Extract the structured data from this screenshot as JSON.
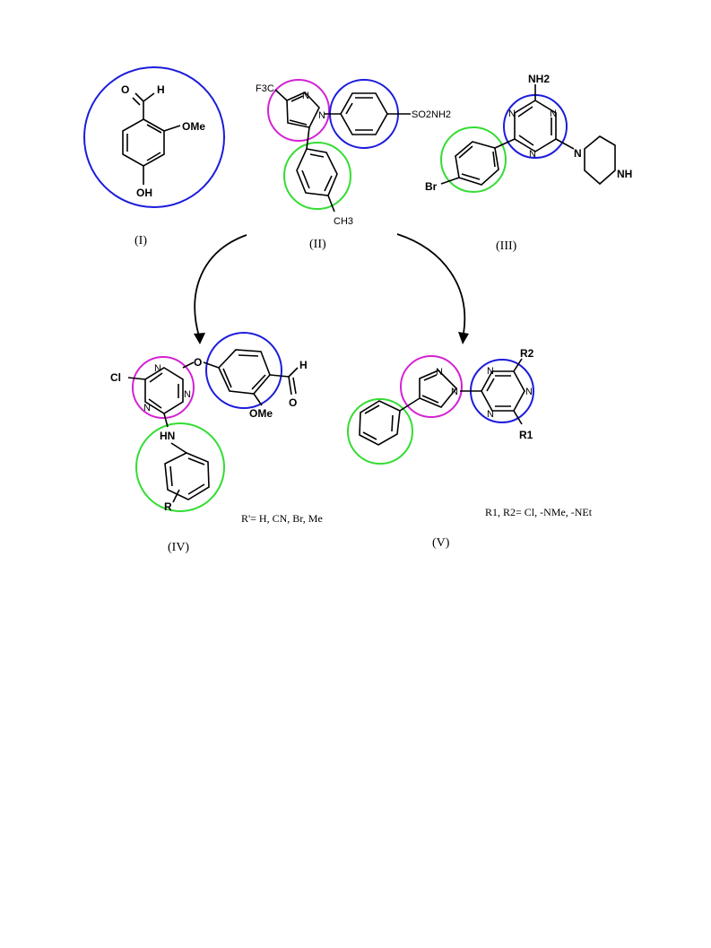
{
  "compounds": {
    "I": {
      "label": "(I)",
      "atoms": {
        "o_ald": "O",
        "h_ald": "H",
        "ome": "OMe",
        "oh": "OH"
      }
    },
    "II": {
      "label": "(II)",
      "atoms": {
        "cf3": "F3C",
        "n_top": "N",
        "n1": "N",
        "so2nh2": "SO2NH2",
        "ch3": "CH3"
      }
    },
    "III": {
      "label": "(III)",
      "atoms": {
        "nh2": "NH2",
        "n_a": "N",
        "n_b": "N",
        "n_c": "N",
        "n_pip": "N",
        "nh": "NH",
        "br": "Br"
      }
    },
    "IV": {
      "label": "(IV)",
      "atoms": {
        "cl": "Cl",
        "n_a": "N",
        "n_b": "N",
        "n_c": "N",
        "o": "O",
        "h": "H",
        "o_ald": "O",
        "ome": "OMe",
        "hn": "HN",
        "r": "R"
      },
      "substituents": "R'= H, CN, Br, Me"
    },
    "V": {
      "label": "(V)",
      "atoms": {
        "n_pyr_a": "N",
        "n_pyr_b": "N",
        "n_a": "N",
        "n_b": "N",
        "n_c": "N",
        "r2": "R2",
        "r1": "R1"
      },
      "substituents": "R1, R2= Cl, -NMe, -NEt"
    }
  },
  "highlight_colors": {
    "blue": "#1c1cdc",
    "pink": "#d422d4",
    "green": "#33dd33"
  }
}
